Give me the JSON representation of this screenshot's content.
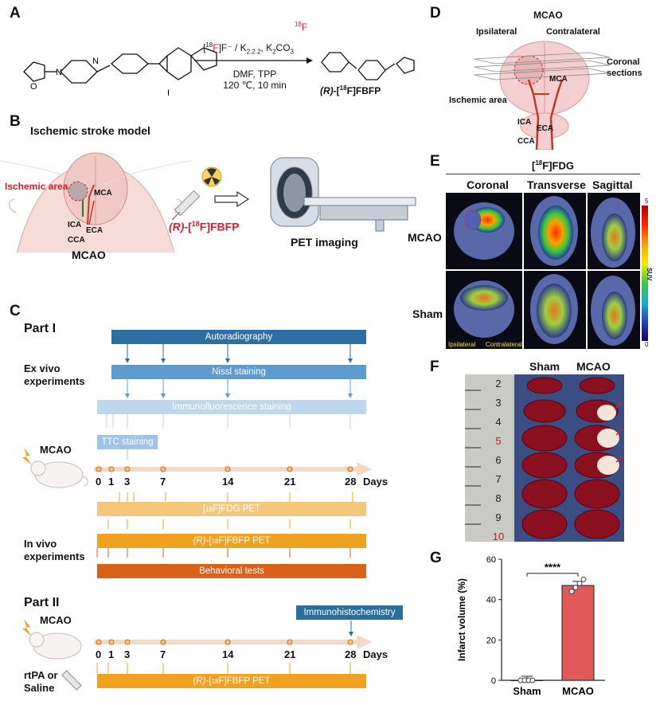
{
  "panels": {
    "A": {
      "letter": "A",
      "reagents_line1_pre": "[",
      "reagents_iso": "18",
      "reagents_f": "F",
      "reagents_line1_post": "]F⁻ / K",
      "reagents_k_sub": "2.2.2",
      "reagents_line1_end": ", K",
      "reagents_k2_sub": "2",
      "reagents_co3": "CO",
      "reagents_co3_sub": "3",
      "reagents_line2": "DMF, TPP",
      "reagents_line3": "120 ℃, 10 min",
      "product_iso": "18",
      "product_f": "F",
      "product_name_r": "(R)",
      "product_name_mid": "-[",
      "product_name_iso": "18",
      "product_name_end": "F]FBFP",
      "atom_o": "O",
      "atom_n": "N",
      "atom_i": "I"
    },
    "B": {
      "letter": "B",
      "title": "Ischemic stroke model",
      "ischemic_area": "Ischemic area",
      "mca": "MCA",
      "ica": "ICA",
      "eca": "ECA",
      "cca": "CCA",
      "model": "MCAO",
      "tracer_r": "(R)",
      "tracer_mid": "-[",
      "tracer_iso": "18",
      "tracer_end": "F]FBFP",
      "pet_imaging": "PET imaging"
    },
    "C": {
      "letter": "C",
      "part1": "Part I",
      "ex_vivo_1": "Ex vivo",
      "ex_vivo_2": "experiments",
      "autoradiography": "Autoradiography",
      "nissl": "Nissl staining",
      "immunofluorescence": "Immunofluorescence staining",
      "ttc": "TTC staining",
      "mcao": "MCAO",
      "timeline_days": [
        "0",
        "1",
        "3",
        "7",
        "14",
        "21",
        "28"
      ],
      "days_label": "Days",
      "fdg_pre": "[",
      "fdg_iso": "18",
      "fdg_post": "F]FDG PET",
      "fbfp_r": "(R)",
      "fbfp_mid": "-[",
      "fbfp_iso": "18",
      "fbfp_post": "F]FBFP PET",
      "in_vivo_1": "In vivo",
      "in_vivo_2": "experiments",
      "behavioral": "Behavioral tests",
      "part2": "Part II",
      "mcao2": "MCAO",
      "immunohisto": "Immunohistochemistry",
      "rtpa_1": "rtPA or",
      "rtpa_2": "Saline",
      "timeline2_days": [
        "0",
        "1",
        "3",
        "7",
        "14",
        "21",
        "28"
      ],
      "days_label2": "Days",
      "fbfp2_r": "(R)",
      "fbfp2_mid": "-[",
      "fbfp2_iso": "18",
      "fbfp2_post": "F]FBFP PET"
    },
    "D": {
      "letter": "D",
      "title": "MCAO",
      "ipsilateral": "Ipsilateral",
      "contralateral": "Contralateral",
      "coronal_1": "Coronal",
      "coronal_2": "sections",
      "mca": "MCA",
      "ischemic_area": "Ischemic area",
      "ica": "ICA",
      "eca": "ECA",
      "cca": "CCA"
    },
    "E": {
      "letter": "E",
      "title_pre": "[",
      "title_iso": "18",
      "title_post": "F]FDG",
      "col_coronal": "Coronal",
      "col_transverse": "Transverse",
      "col_sagittal": "Sagittal",
      "row_mcao": "MCAO",
      "row_sham": "Sham",
      "ipsilateral": "Ipsilateral",
      "contralateral": "Contralateral",
      "scale_max": "5",
      "scale_min": "0",
      "scale_label": "SUV"
    },
    "F": {
      "letter": "F",
      "col_sham": "Sham",
      "col_mcao": "MCAO",
      "ruler_numbers": [
        "2",
        "3",
        "4",
        "5",
        "6",
        "7",
        "8",
        "9",
        "10"
      ]
    },
    "G": {
      "letter": "G",
      "significance": "****"
    }
  },
  "colors": {
    "autoradiography": "#2e6fa3",
    "nissl": "#5b9bd0",
    "immunofluorescence": "#bcd7ee",
    "ttc": "#9ec3e4",
    "fdg": "#f5c77c",
    "fbfp": "#f0a11f",
    "behavioral": "#d9621b",
    "immunohisto": "#2a6e9c",
    "timeline": "#f3d9c6",
    "red_accent": "#d0202f",
    "mcao_bar": "#e05a5a"
  },
  "chart_data": {
    "type": "bar",
    "categories": [
      "Sham",
      "MCAO"
    ],
    "values": [
      0,
      47
    ],
    "points": [
      [
        0,
        0,
        0,
        0
      ],
      [
        44,
        46,
        48,
        50
      ]
    ],
    "ylabel": "Infarct volume (%)",
    "ylim": [
      0,
      60
    ],
    "yticks": [
      "0",
      "20",
      "40",
      "60"
    ],
    "colors": [
      "#ffffff",
      "#e05a5a"
    ]
  }
}
